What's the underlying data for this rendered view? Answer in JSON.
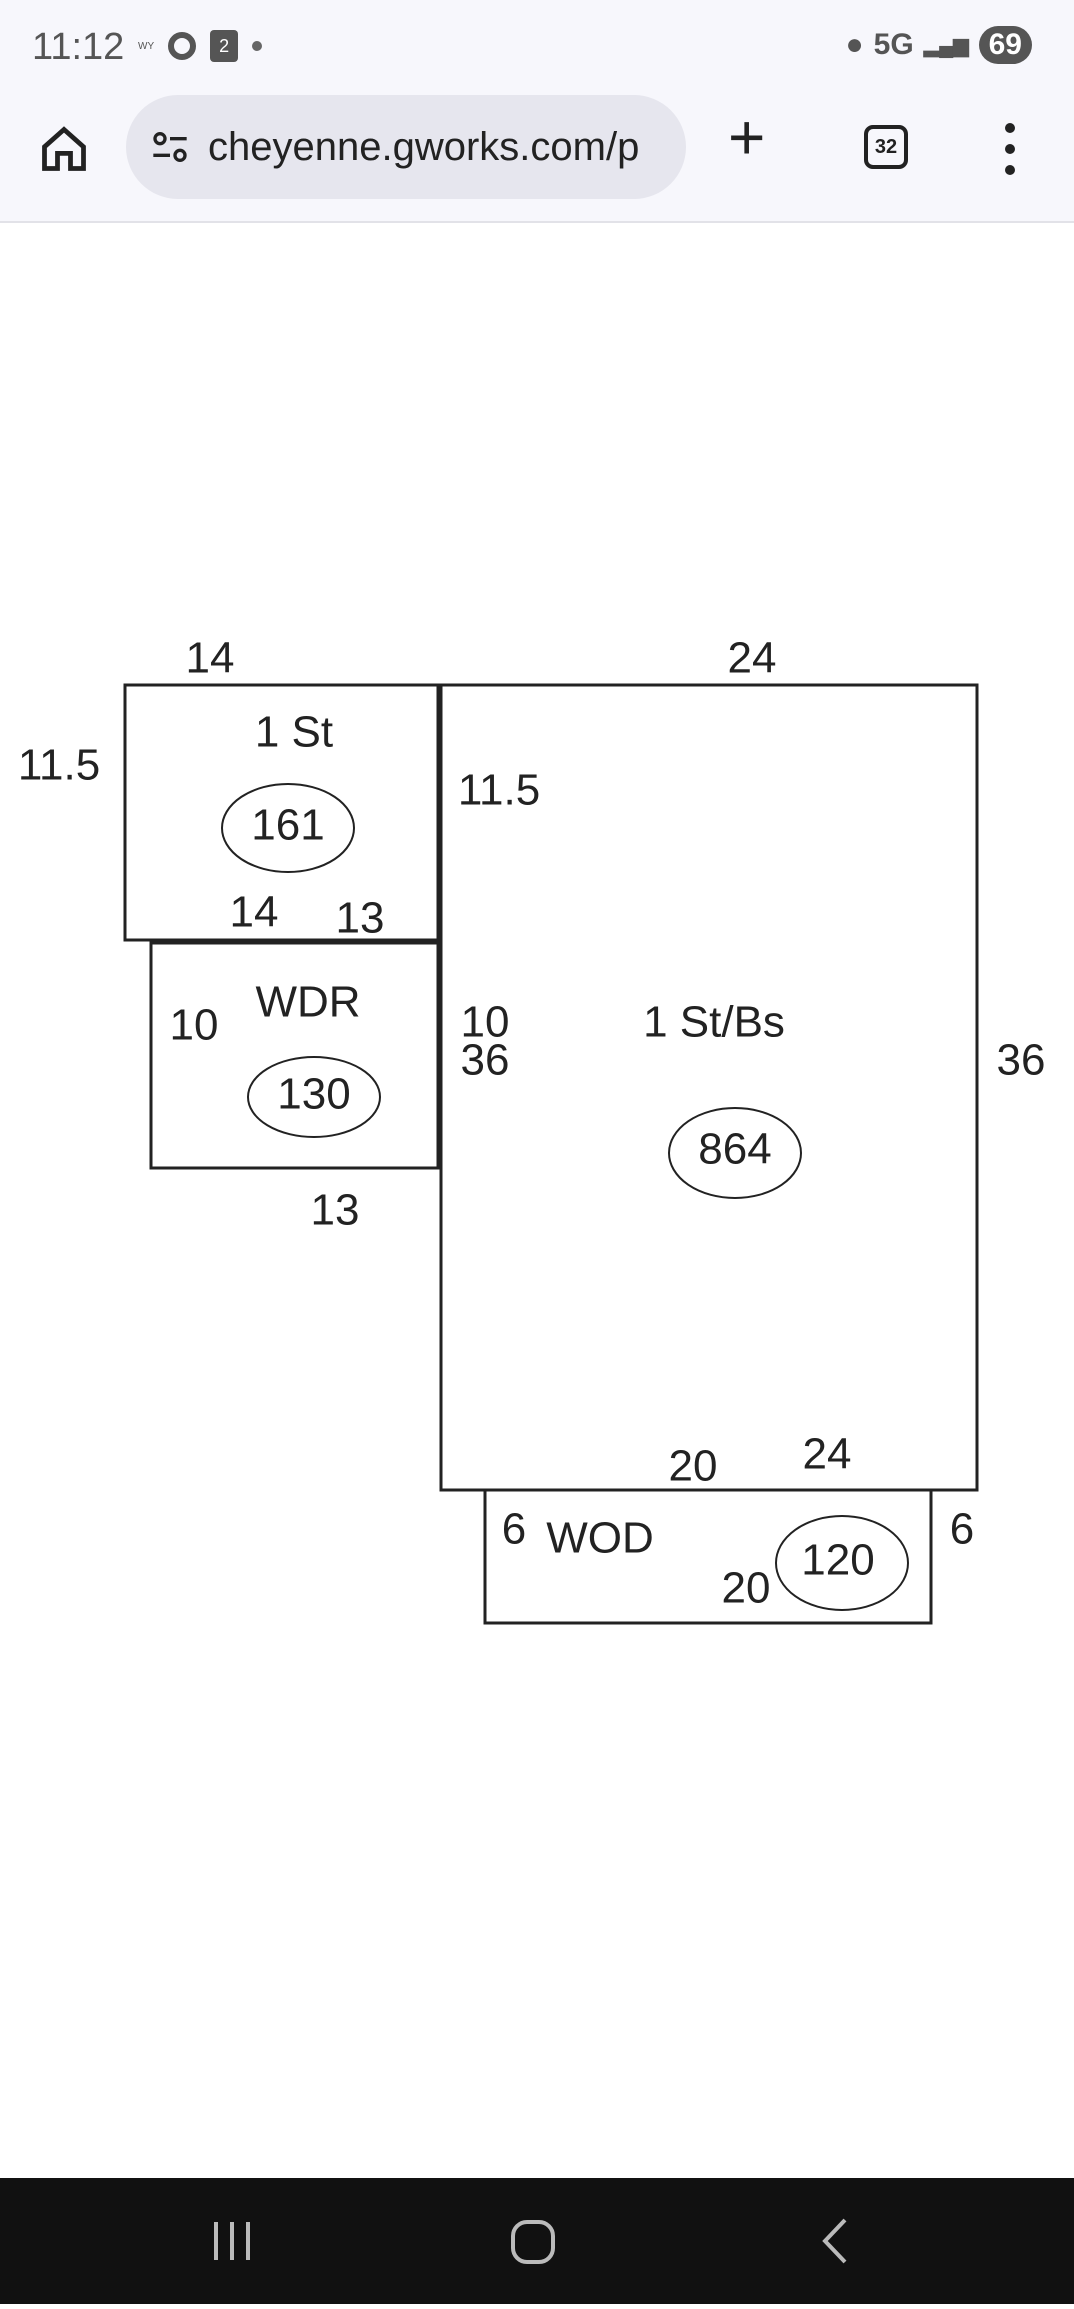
{
  "status_bar": {
    "time": "11:12",
    "calendar_badge": "2",
    "network": "5G",
    "battery": "69"
  },
  "browser": {
    "url": "cheyenne.gworks.com/p",
    "tab_count": "32"
  },
  "sketch": {
    "areas": [
      {
        "name": "1 St",
        "area": "161"
      },
      {
        "name": "WDR",
        "area": "130"
      },
      {
        "name": "1 St/Bs",
        "area": "864"
      },
      {
        "name": "WOD",
        "area": "120"
      }
    ],
    "dims": {
      "st_top": "14",
      "main_top": "24",
      "st_left": "11.5",
      "st_right": "11.5",
      "st_bottom": "14",
      "wdr_top": "13",
      "wdr_left": "10",
      "wdr_right": "10",
      "main_left": "36",
      "main_right": "36",
      "wdr_bottom": "13",
      "main_bottom_20": "20",
      "main_bottom_24": "24",
      "wod_left": "6",
      "wod_bottom": "20",
      "wod_right": "6"
    }
  }
}
